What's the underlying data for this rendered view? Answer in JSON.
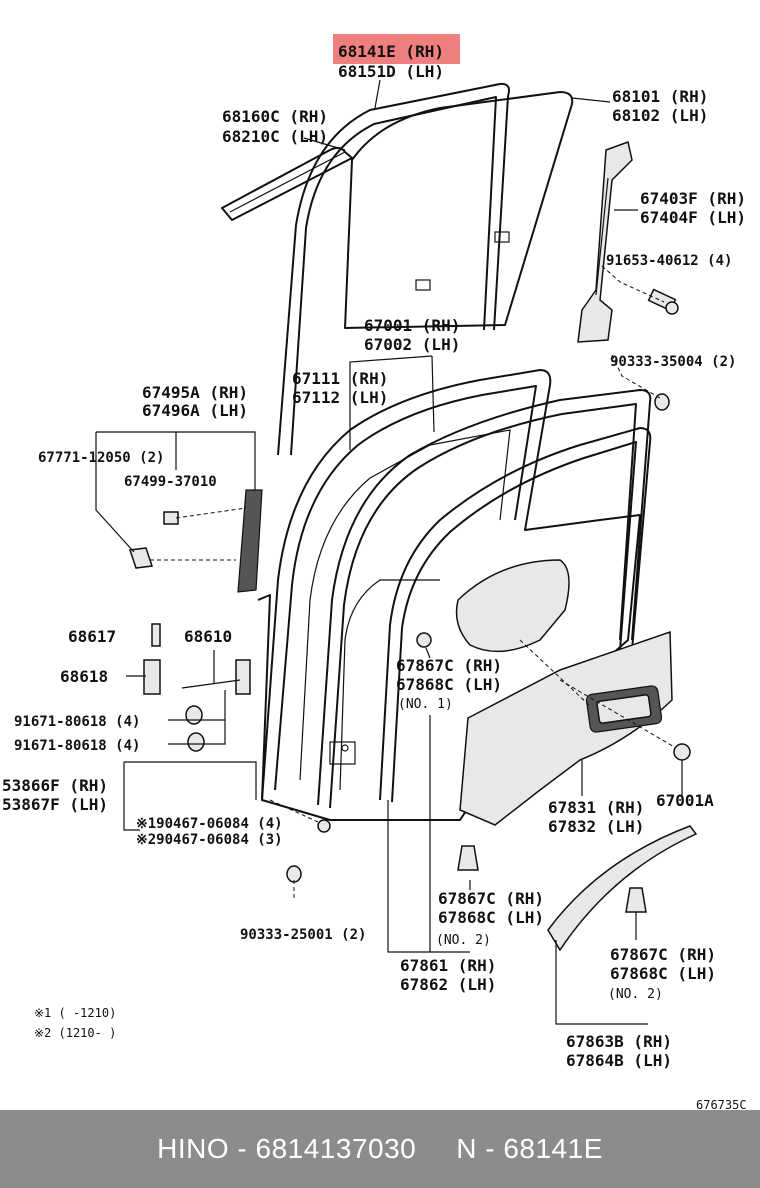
{
  "highlight_color": "#f08080",
  "labels": {
    "l01": "68141E (RH)",
    "l02": "68151D (LH)",
    "l03": "68160C (RH)",
    "l04": "68210C (LH)",
    "l05": "68101 (RH)",
    "l06": "68102 (LH)",
    "l07": "67403F (RH)",
    "l08": "67404F (LH)",
    "l09": "91653-40612 (4)",
    "l10": "67001 (RH)",
    "l11": "67002 (LH)",
    "l12": "90333-35004 (2)",
    "l13": "67111 (RH)",
    "l14": "67112 (LH)",
    "l15": "67495A (RH)",
    "l16": "67496A (LH)",
    "l17": "67771-12050 (2)",
    "l18": "67499-37010",
    "l19": "68617",
    "l20": "68610",
    "l21": "68618",
    "l22": "67867C (RH)",
    "l23": "67868C (LH)",
    "l24": "(NO. 1)",
    "l25": "91671-80618 (4)",
    "l26": "91671-80618 (4)",
    "l27": "53866F (RH)",
    "l28": "53867F (LH)",
    "l29": "67831 (RH)",
    "l30": "67832 (LH)",
    "l31": "67001A",
    "l32": "※190467-06084 (4)",
    "l33": "※290467-06084 (3)",
    "l34": "67867C (RH)",
    "l35": "67868C (LH)",
    "l36": "(NO. 2)",
    "l37": "90333-25001 (2)",
    "l38": "67861 (RH)",
    "l39": "67862 (LH)",
    "l40": "67867C (RH)",
    "l41": "67868C (LH)",
    "l42": "(NO. 2)",
    "l43": "67863B (RH)",
    "l44": "67864B (LH)",
    "n1": "※1 (      -1210)",
    "n2": "※2 (1210-      )",
    "ref": "676735C"
  },
  "footer": {
    "brand_part": "HINO - 6814137030",
    "ref_part": "N - 68141E"
  }
}
